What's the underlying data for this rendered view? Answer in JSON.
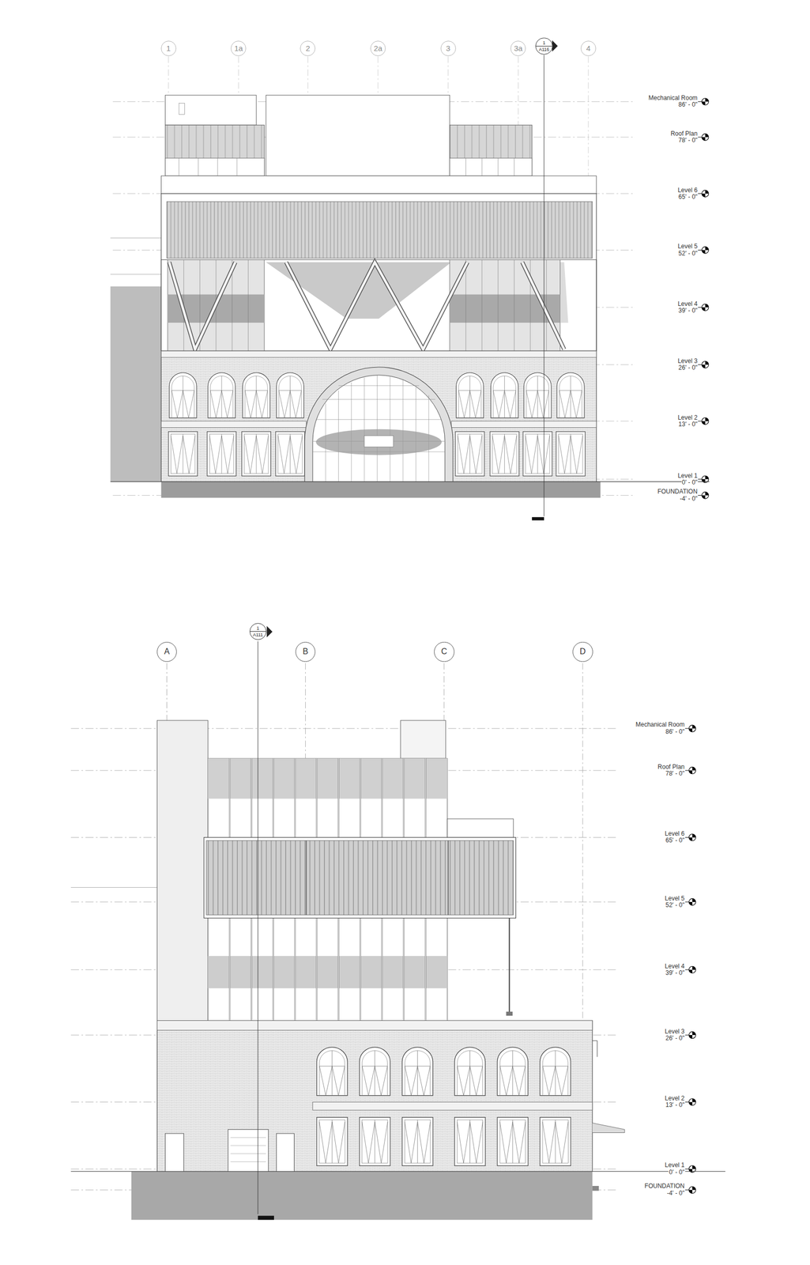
{
  "diagram": {
    "nodes": [
      {
        "text": [
          "1"
        ]
      },
      {
        "text": [
          "1a"
        ]
      },
      {
        "text": [
          "2"
        ]
      },
      {
        "text": [
          "2a"
        ]
      },
      {
        "text": [
          "3"
        ]
      },
      {
        "text": [
          "3a"
        ]
      },
      {
        "text": [
          "4"
        ]
      },
      {
        "text": [
          "1",
          "A116"
        ]
      },
      {
        "text": [
          "A"
        ]
      },
      {
        "text": [
          "B"
        ]
      },
      {
        "text": [
          "C"
        ]
      },
      {
        "text": [
          "D"
        ]
      },
      {
        "text": [
          "1",
          "A111"
        ]
      }
    ],
    "labels": [
      "Mechanical Room",
      "86' - 0\"",
      "Roof Plan",
      "78' - 0\"",
      "Level 6",
      "65' - 0\"",
      "Level 5",
      "52' - 0\"",
      "Level 4",
      "39' - 0\"",
      "Level 3",
      "26' - 0\"",
      "Level 2",
      "13' - 0\"",
      "Level 1",
      "0' - 0\"",
      "FOUNDATION",
      "-4' - 0\"",
      "Mechanical Room",
      "86' - 0\"",
      "Roof Plan",
      "78' - 0\"",
      "Level 6",
      "65' - 0\"",
      "Level 5",
      "52' - 0\"",
      "Level 4",
      "39' - 0\"",
      "Level 3",
      "26' - 0\"",
      "Level 2",
      "13' - 0\"",
      "Level 1",
      "0' - 0\"",
      "FOUNDATION",
      "-4' - 0\""
    ]
  }
}
